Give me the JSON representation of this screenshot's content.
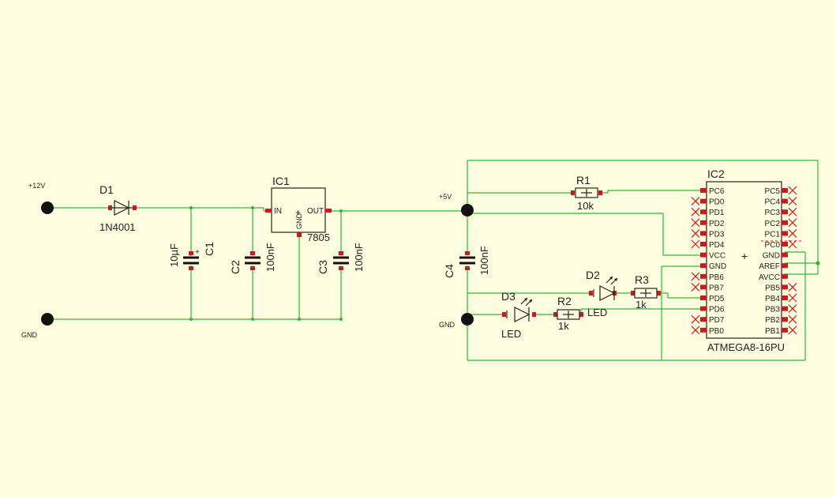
{
  "nets": {
    "v12": "+12V",
    "gnd_left": "GND",
    "v5": "+5V",
    "gnd_right": "GND"
  },
  "components": {
    "d1": {
      "name": "D1",
      "value": "1N4001"
    },
    "c1": {
      "name": "C1",
      "value": "10µF"
    },
    "ic1": {
      "name": "IC1",
      "value": "7805",
      "pin_in": "IN",
      "pin_out": "OUT",
      "pin_gnd": "GND"
    },
    "c2": {
      "name": "C2",
      "value": "100nF"
    },
    "c3": {
      "name": "C3",
      "value": "100nF"
    },
    "c4": {
      "name": "C4",
      "value": "100nF"
    },
    "r1": {
      "name": "R1",
      "value": "10k"
    },
    "r2": {
      "name": "R2",
      "value": "1k"
    },
    "r3": {
      "name": "R3",
      "value": "1k"
    },
    "d2": {
      "name": "D2",
      "value": "LED"
    },
    "d3": {
      "name": "D3",
      "value": "LED"
    },
    "ic2": {
      "name": "IC2",
      "value": "ATMEGA8-16PU",
      "left_pins": [
        "PC6",
        "PD0",
        "PD1",
        "PD2",
        "PD3",
        "PD4",
        "VCC",
        "GND",
        "PB6",
        "PB7",
        "PD5",
        "PD6",
        "PD7",
        "PB0"
      ],
      "right_pins": [
        "PC5",
        "PC4",
        "PC3",
        "PC2",
        "PC1",
        "PC0",
        "GND",
        "AREF",
        "AVCC",
        "PB5",
        "PB4",
        "PB3",
        "PB2",
        "PB1"
      ]
    }
  },
  "colors": {
    "background": "#fffee0",
    "wire": "#2db82d",
    "pin": "#c61c1c",
    "body": "#222222"
  }
}
